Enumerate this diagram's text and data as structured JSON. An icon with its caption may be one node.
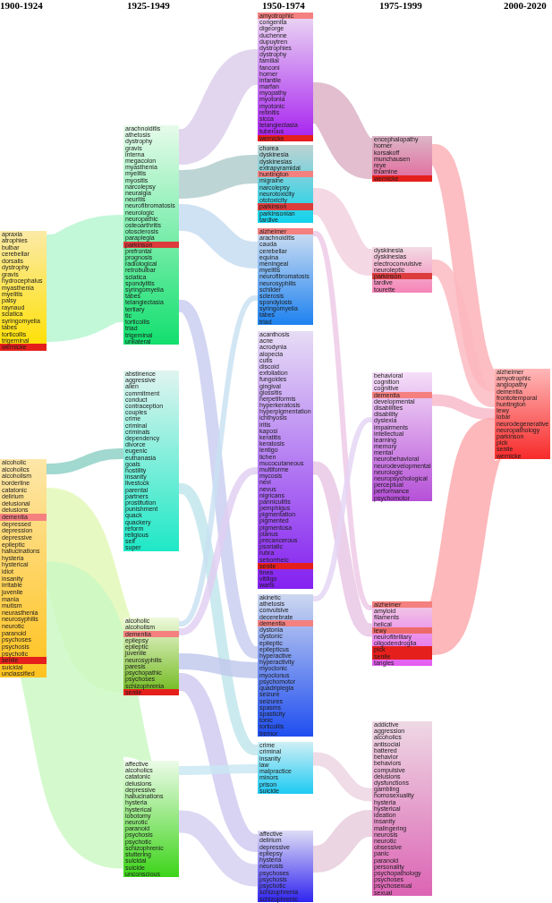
{
  "diagram": {
    "nodes": [
      {
        "text": [
          "apraxia",
          "atrophies",
          "bulbar",
          "cerebellar",
          "dorsalis",
          "dystrophy",
          "gravis",
          "hydrocephalus",
          "myasthenia",
          "myelitis",
          "palsy",
          "raynaud",
          "sciatica",
          "syringomyelia",
          "tabes",
          "torticollis",
          "trigeminal",
          "wernicke"
        ]
      },
      {
        "text": [
          "alcoholic",
          "alcoholics",
          "alcoholism",
          "borderline",
          "catatonic",
          "delirium",
          "delusional",
          "delusions",
          "dementia",
          "depressed",
          "depression",
          "depressive",
          "epileptic",
          "hallucinations",
          "hysteria",
          "hysterical",
          "idiot",
          "insanity",
          "irritable",
          "juvenile",
          "mania",
          "mutism",
          "neurasthenia",
          "neurosyphilis",
          "neurotic",
          "paranoid",
          "psychoses",
          "psychosis",
          "psychotic",
          "senile",
          "suicidal",
          "unclassified"
        ]
      },
      {
        "text": [
          "arachnoiditis",
          "athetosis",
          "dystrophy",
          "gravis",
          "interna",
          "megacolon",
          "myasthenia",
          "myelitis",
          "myositis",
          "narcolepsy",
          "neuralgia",
          "neuritis",
          "neurofibromatosis",
          "neurologic",
          "neuropathic",
          "osteoarthritis",
          "otosclerosis",
          "paraplegia",
          "parkinson",
          "prefrontal",
          "prognosis",
          "radiological",
          "retrobulbar",
          "sciatica",
          "spondylitis",
          "syringomyelia",
          "tabes",
          "telangiectasia",
          "tertiary",
          "tic",
          "torticollis",
          "triad",
          "trigeminal",
          "unilateral"
        ]
      },
      {
        "text": [
          "abstinence",
          "aggressive",
          "alien",
          "commitment",
          "conduct",
          "contraception",
          "couples",
          "crime",
          "criminal",
          "criminals",
          "dependency",
          "divorce",
          "eugenic",
          "euthanasia",
          "goals",
          "hostility",
          "insanity",
          "livestock",
          "parental",
          "partners",
          "prostitution",
          "punishment",
          "quack",
          "quackery",
          "reform",
          "religious",
          "self",
          "super"
        ]
      },
      {
        "text": [
          "alcoholic",
          "alcoholism",
          "dementia",
          "epilepsy",
          "epileptic",
          "juvenile",
          "neurosyphilis",
          "paresis",
          "psychopathic",
          "psychoses",
          "schizophrenia",
          "senile"
        ]
      },
      {
        "text": [
          "affective",
          "alcoholics",
          "catatonic",
          "delusions",
          "depressive",
          "hallucinations",
          "hysteria",
          "hysterical",
          "lobotomy",
          "neurotic",
          "paranoid",
          "psychosis",
          "psychotic",
          "schizophrenic",
          "stuttering",
          "suicidal",
          "suicide",
          "unconscious"
        ]
      },
      {
        "text": [
          "amyotrophic",
          "congenita",
          "digeorge",
          "duchenne",
          "dupuytren",
          "dystrophies",
          "dystrophy",
          "familial",
          "fanconi",
          "horner",
          "infantile",
          "marfan",
          "myopathy",
          "myotonia",
          "myotonic",
          "retinitis",
          "sicca",
          "telangiectasia",
          "tuberous",
          "wernicke"
        ]
      },
      {
        "text": [
          "chorea",
          "dyskinesia",
          "dyskinesias",
          "extrapyramidal",
          "huntington",
          "migraine",
          "narcolepsy",
          "neurotoxicity",
          "ototoxicity",
          "parkinson",
          "parkinsonian",
          "tardive"
        ]
      },
      {
        "text": [
          "alzheimer",
          "arachnoiditis",
          "cauda",
          "cerebellar",
          "equina",
          "meningeal",
          "myelitis",
          "neurofibromatosis",
          "neurosyphilis",
          "schilder",
          "sclerosis",
          "spondylosis",
          "syringomyelia",
          "tabes",
          "triad"
        ]
      },
      {
        "text": [
          "acanthosis",
          "acne",
          "acrodynia",
          "alopecia",
          "cutis",
          "discoid",
          "exfoliation",
          "fungoides",
          "gingival",
          "glossitis",
          "herpetiformis",
          "hyperkeratosis",
          "hyperpigmentation",
          "ichthyosis",
          "iritis",
          "kaposi",
          "keratitis",
          "keratosis",
          "lentigo",
          "lichen",
          "mucocutaneous",
          "multiforme",
          "mycosis",
          "nevi",
          "nevus",
          "nigricans",
          "panniculitis",
          "pemphigus",
          "pigmentation",
          "pigmented",
          "pigmentosa",
          "planus",
          "precancerous",
          "psoriatic",
          "rubra",
          "seborrheic",
          "senile",
          "tinea",
          "vitiligo",
          "warts"
        ]
      },
      {
        "text": [
          "akinetic",
          "athetosis",
          "convulsive",
          "decerebrate",
          "dementia",
          "dystonia",
          "dystonic",
          "epileptic",
          "epilepticus",
          "hyperactive",
          "hyperactivity",
          "myoclonic",
          "myoclonus",
          "psychomotor",
          "quadriplegia",
          "seizure",
          "seizures",
          "spasms",
          "spasticity",
          "tonic",
          "torticollis",
          "tremor"
        ]
      },
      {
        "text": [
          "crime",
          "criminal",
          "insanity",
          "law",
          "malpractice",
          "minors",
          "prison",
          "suicide"
        ]
      },
      {
        "text": [
          "affective",
          "delirium",
          "depressive",
          "epilepsy",
          "hysteria",
          "neurosis",
          "psychoses",
          "psychosis",
          "psychotic",
          "schizophrenia",
          "schizophrenic"
        ]
      },
      {
        "text": [
          "encephalopathy",
          "horner",
          "korsakoff",
          "munchausen",
          "reye",
          "thiamine",
          "wernicke"
        ]
      },
      {
        "text": [
          "dyskinesia",
          "dyskinesias",
          "electroconvulsive",
          "neuroleptic",
          "parkinson",
          "tardive",
          "tourette"
        ]
      },
      {
        "text": [
          "behavioral",
          "cognition",
          "cognitive",
          "dementia",
          "developmental",
          "disabilities",
          "disability",
          "dyslexia",
          "impairments",
          "intellectual",
          "learning",
          "memory",
          "mental",
          "neurobehavioral",
          "neurodevelopmental",
          "neurologic",
          "neuropsychological",
          "perceptual",
          "performance",
          "psychomotor"
        ]
      },
      {
        "text": [
          "alzheimer",
          "amyloid",
          "filaments",
          "helical",
          "lewy",
          "neurofibrillary",
          "oligodendroglia",
          "pick",
          "senile",
          "tangles"
        ]
      },
      {
        "text": [
          "addictive",
          "aggression",
          "alcoholics",
          "antisocial",
          "battered",
          "behavior",
          "behaviors",
          "compulsive",
          "delusions",
          "dysfunctions",
          "gambling",
          "homosexuality",
          "hysteria",
          "hysterical",
          "ideation",
          "insanity",
          "malingering",
          "neurosis",
          "neurotic",
          "obsessive",
          "panic",
          "paranoid",
          "personality",
          "psychopathology",
          "psychoses",
          "psychosexual",
          "sexual"
        ]
      },
      {
        "text": [
          "alzheimer",
          "amyotrophic",
          "angiopathy",
          "dementia",
          "frontotemporal",
          "huntington",
          "lewy",
          "lobar",
          "neurodegenerative",
          "neuropathology",
          "parkinson",
          "pick",
          "senile",
          "wernicke"
        ]
      }
    ],
    "edges": [
      {
        "from": 0,
        "to": 2,
        "arrow": "none",
        "style": "thick",
        "color": "#b4f5cf"
      },
      {
        "from": 1,
        "to": 3,
        "arrow": "none",
        "color": "#8ccfc4"
      },
      {
        "from": 1,
        "to": 4,
        "arrow": "none",
        "style": "thick",
        "color": "#e2f8b4"
      },
      {
        "from": 1,
        "to": 5,
        "arrow": "none",
        "style": "thick",
        "color": "#cbf8c2"
      },
      {
        "from": 2,
        "to": 6,
        "arrow": "none",
        "style": "thick",
        "color": "#dccdec"
      },
      {
        "from": 2,
        "to": 7,
        "arrow": "none",
        "color": "#b0cccc"
      },
      {
        "from": 2,
        "to": 8,
        "arrow": "none",
        "color": "#c4dcf0"
      },
      {
        "from": 2,
        "to": 10,
        "arrow": "none",
        "color": "#c8cdef"
      },
      {
        "from": 3,
        "to": 11,
        "arrow": "none",
        "color": "#bfe5ec"
      },
      {
        "from": 4,
        "to": 8,
        "arrow": "none",
        "color": "#c8e0f2"
      },
      {
        "from": 4,
        "to": 9,
        "arrow": "none",
        "color": "#e0cef2"
      },
      {
        "from": 4,
        "to": 10,
        "arrow": "none",
        "color": "#c0c8ec"
      },
      {
        "from": 4,
        "to": 12,
        "arrow": "none",
        "color": "#d0c8f0"
      },
      {
        "from": 5,
        "to": 11,
        "arrow": "none",
        "color": "#c8e6f2"
      },
      {
        "from": 5,
        "to": 12,
        "arrow": "none",
        "color": "#d4d0f2"
      },
      {
        "from": 6,
        "to": 13,
        "arrow": "none",
        "style": "thick",
        "color": "#dcb0c4"
      },
      {
        "from": 7,
        "to": 14,
        "arrow": "none",
        "color": "#f2d0de"
      },
      {
        "from": 8,
        "to": 16,
        "arrow": "none",
        "color": "#eec8e6"
      },
      {
        "from": 9,
        "to": 16,
        "arrow": "none",
        "color": "#e8c4e4"
      },
      {
        "from": 10,
        "to": 15,
        "arrow": "none",
        "color": "#e4d4f4"
      },
      {
        "from": 12,
        "to": 17,
        "arrow": "none",
        "color": "#e6ccdc"
      },
      {
        "from": 11,
        "to": 17,
        "arrow": "none",
        "color": "#ecd4e2"
      },
      {
        "from": 13,
        "to": 18,
        "arrow": "none",
        "color": "#fbb0b4"
      },
      {
        "from": 14,
        "to": 18,
        "arrow": "none",
        "color": "#fbb8c0"
      },
      {
        "from": 15,
        "to": 18,
        "arrow": "none",
        "color": "#f8b8c8"
      },
      {
        "from": 16,
        "to": 18,
        "arrow": "none",
        "style": "thick",
        "color": "#fca8ac"
      }
    ],
    "labels": [
      "1900-1924",
      "1925-1949",
      "1950-1974",
      "1975-1999",
      "2000-2020"
    ]
  }
}
